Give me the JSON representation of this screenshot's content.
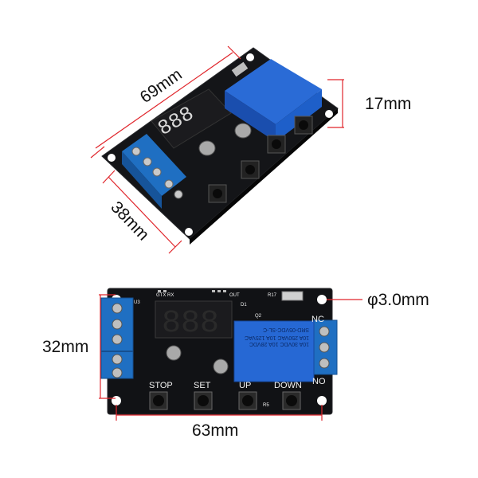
{
  "colors": {
    "dimension_line": "#e0252b",
    "pcb": "#111215",
    "relay": "#1e5fc9",
    "terminal": "#1f6fc2",
    "display_segments": "#ff2626",
    "silkscreen": "#f2f2f2"
  },
  "top_view": {
    "length_label": "69mm",
    "width_label": "38mm",
    "height_label": "17mm"
  },
  "front_view": {
    "height_label": "32mm",
    "width_label": "63mm",
    "hole_label": "φ3.0mm",
    "silkscreen": {
      "button_stop": "STOP",
      "button_set": "SET",
      "button_up": "UP",
      "button_down": "DOWN",
      "relay_nc": "NC",
      "relay_no": "NO",
      "header": "GTX RX",
      "out": "OUT",
      "u3": "U3",
      "q2": "Q2",
      "d1": "D1",
      "r17": "R17",
      "r5": "R5"
    },
    "relay": {
      "model": "SRD-05VDC-SL-C",
      "rating_1": "10A 250VAC 10A 125VAC",
      "rating_2": "10A 30VDC 10A 28VDC"
    },
    "display_digits": "888"
  }
}
